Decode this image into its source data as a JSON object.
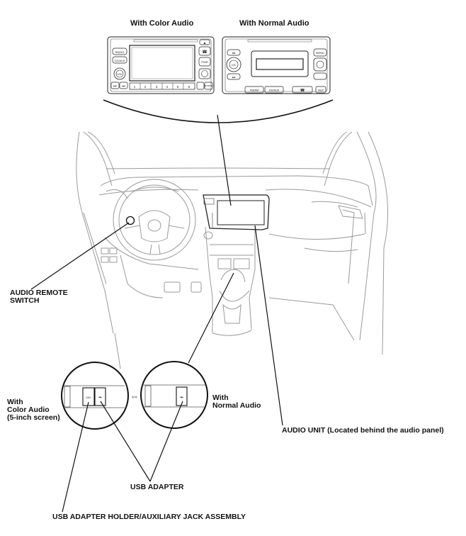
{
  "titles": {
    "color_audio": "With Color Audio",
    "normal_audio": "With Normal Audio"
  },
  "callouts": {
    "audio_remote_switch": [
      "AUDIO REMOTE",
      "SWITCH"
    ],
    "with_color_audio": [
      "With",
      "Color Audio",
      "(5-inch screen)"
    ],
    "with_normal_audio": [
      "With",
      "Normal Audio"
    ],
    "audio_unit": "AUDIO UNIT (Located behind the audio panel)",
    "usb_adapter": "USB ADAPTER",
    "usb_holder": "USB ADAPTER HOLDER/AUXILIARY JACK ASSEMBLY"
  },
  "color_audio_buttons": {
    "radio": "RADIO",
    "cd_aux": "CD/AUX",
    "vol": "VOL",
    "phone": "☎",
    "eject": "▲",
    "pwr": "PWR",
    "seek_prev": "⏮",
    "seek_next": "⏭",
    "presets": [
      "1",
      "2",
      "3",
      "4",
      "5",
      "6"
    ],
    "source": "SOURCE"
  },
  "normal_audio_buttons": {
    "seek_prev": "⏮",
    "seek_next": "⏭",
    "vol": "VOL",
    "menu": "MENU",
    "fm_am": "FM/AM",
    "cd_aux": "CD/AUX",
    "phone": "☎",
    "aux": "AUX"
  },
  "jack_labels": {
    "aux": "AUX",
    "usb": "⌁"
  }
}
